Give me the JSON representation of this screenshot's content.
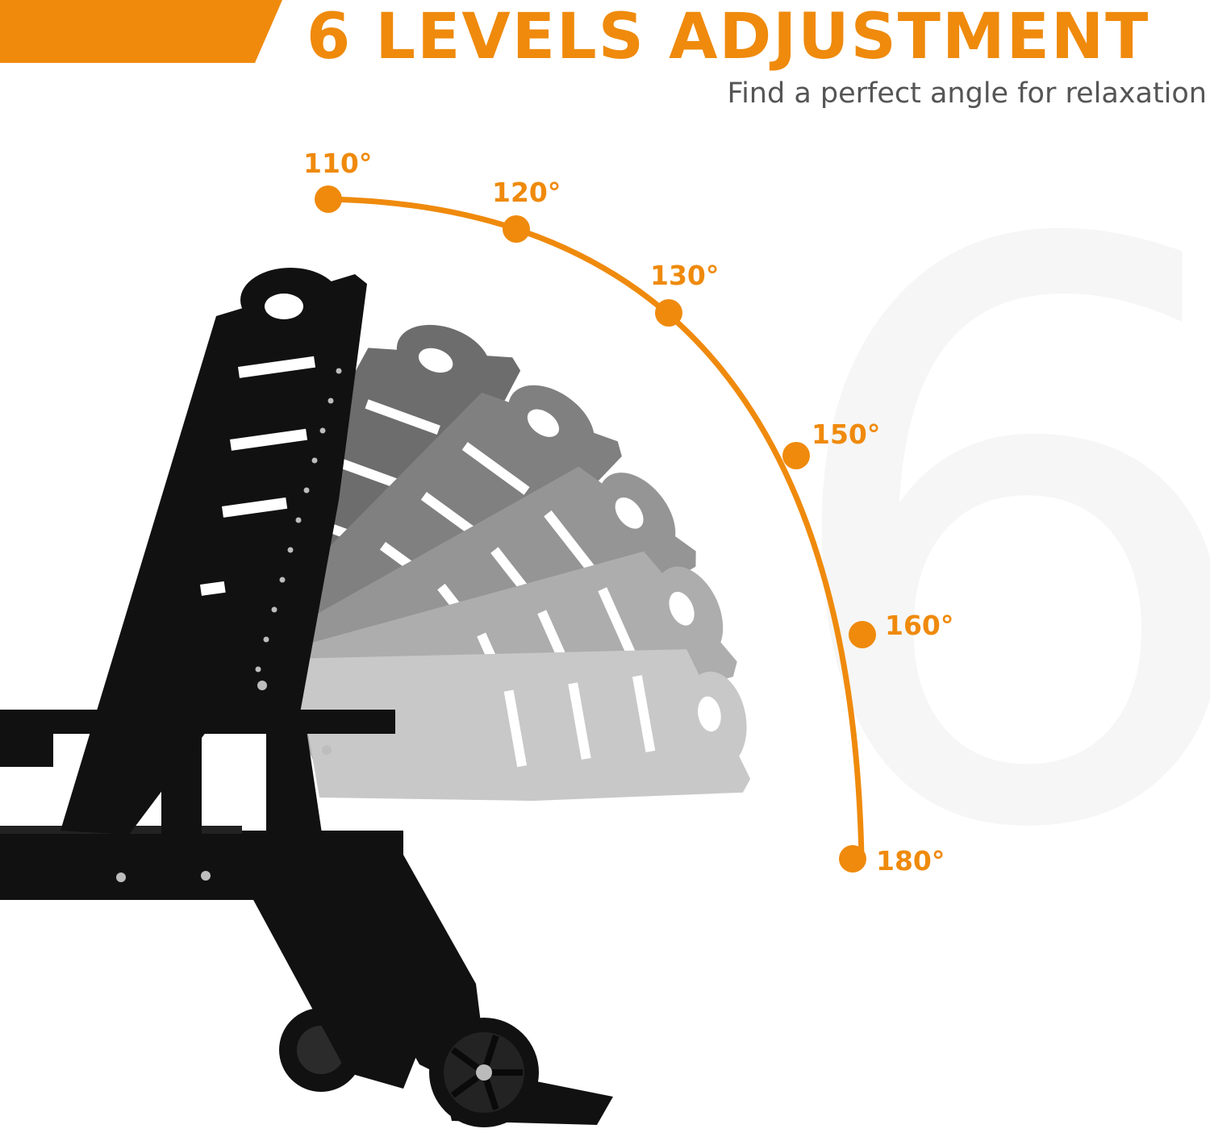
{
  "header": {
    "title": "6 LEVELS ADJUSTMENT",
    "subtitle": "Find a perfect angle for relaxation"
  },
  "watermark": {
    "digit": "6"
  },
  "angles": [
    {
      "label": "110°"
    },
    {
      "label": "120°"
    },
    {
      "label": "130°"
    },
    {
      "label": "150°"
    },
    {
      "label": "160°"
    },
    {
      "label": "180°"
    }
  ],
  "colors": {
    "accent": "#ef8a0c",
    "subtitle": "#555555",
    "chair": "#111111",
    "watermark": "#f6f6f6",
    "background": "#ffffff"
  },
  "icons": {
    "banner": "orange-slanted-bar",
    "chair": "reclining-lounge-chair-with-wheels"
  }
}
